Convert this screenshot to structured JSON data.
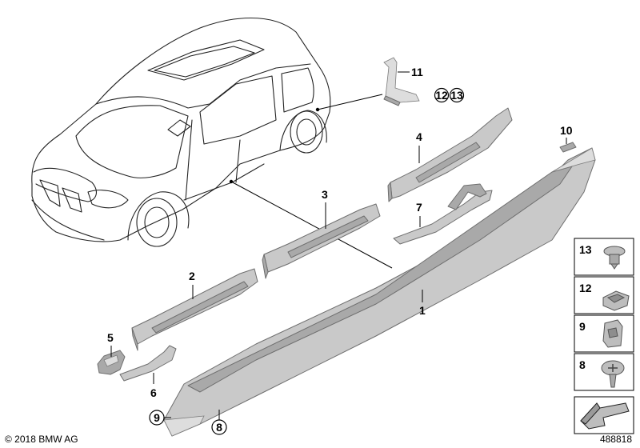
{
  "diagram": {
    "labels": {
      "p1": "1",
      "p2": "2",
      "p3": "3",
      "p4": "4",
      "p5": "5",
      "p6": "6",
      "p7": "7",
      "p8": "8",
      "p9": "9",
      "p10": "10",
      "p11": "11",
      "ref12": "12",
      "ref13": "13",
      "ref9": "9",
      "ref8": "8"
    },
    "legend": [
      "13",
      "12",
      "9",
      "8"
    ]
  },
  "footer": {
    "copyright": "© 2018 BMW AG",
    "diagram_number": "488818"
  }
}
